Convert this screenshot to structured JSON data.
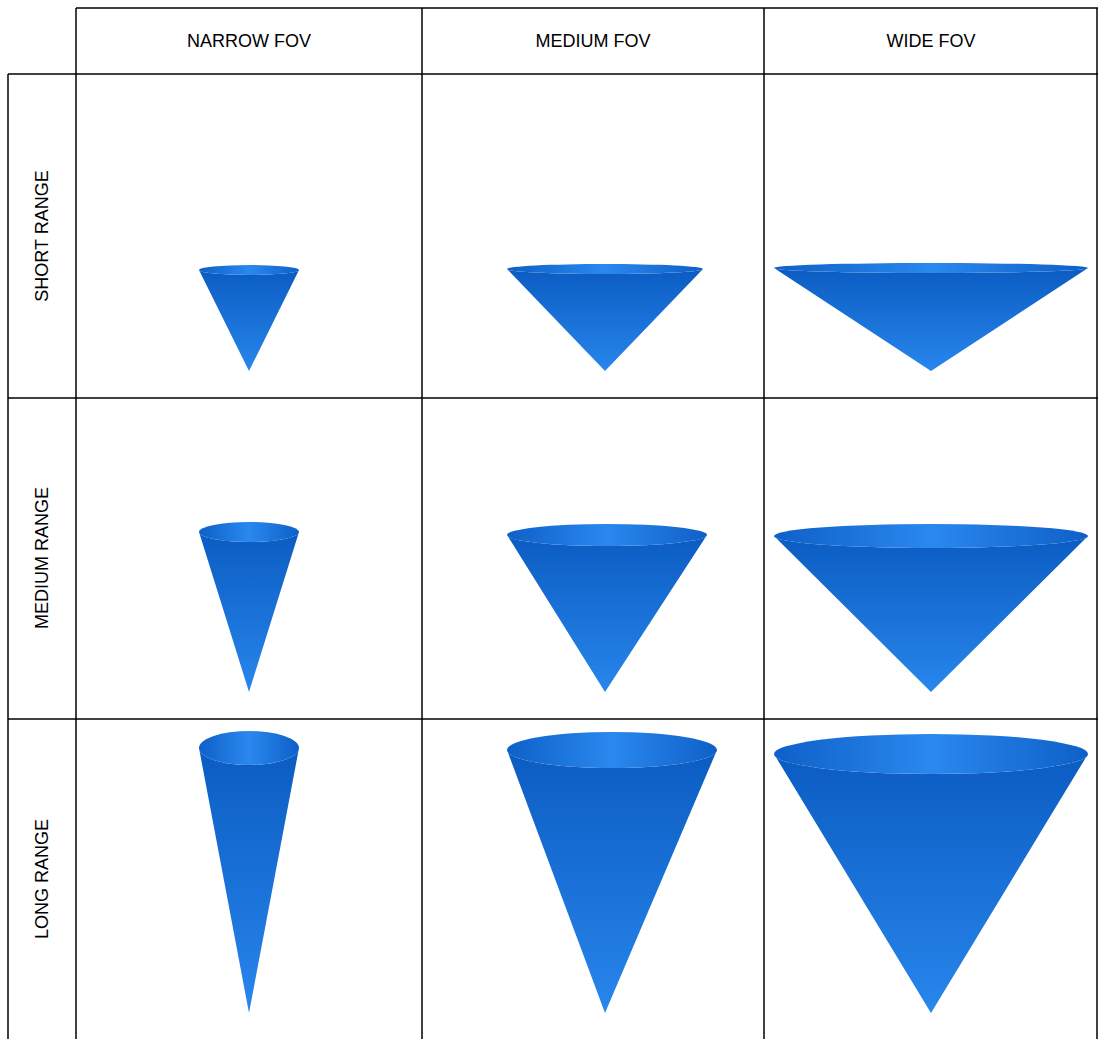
{
  "diagram": {
    "labels": [
      "NARROW FOV",
      "MEDIUM FOV",
      "WIDE FOV",
      "SHORT RANGE",
      "MEDIUM RANGE",
      "LONG RANGE"
    ]
  }
}
